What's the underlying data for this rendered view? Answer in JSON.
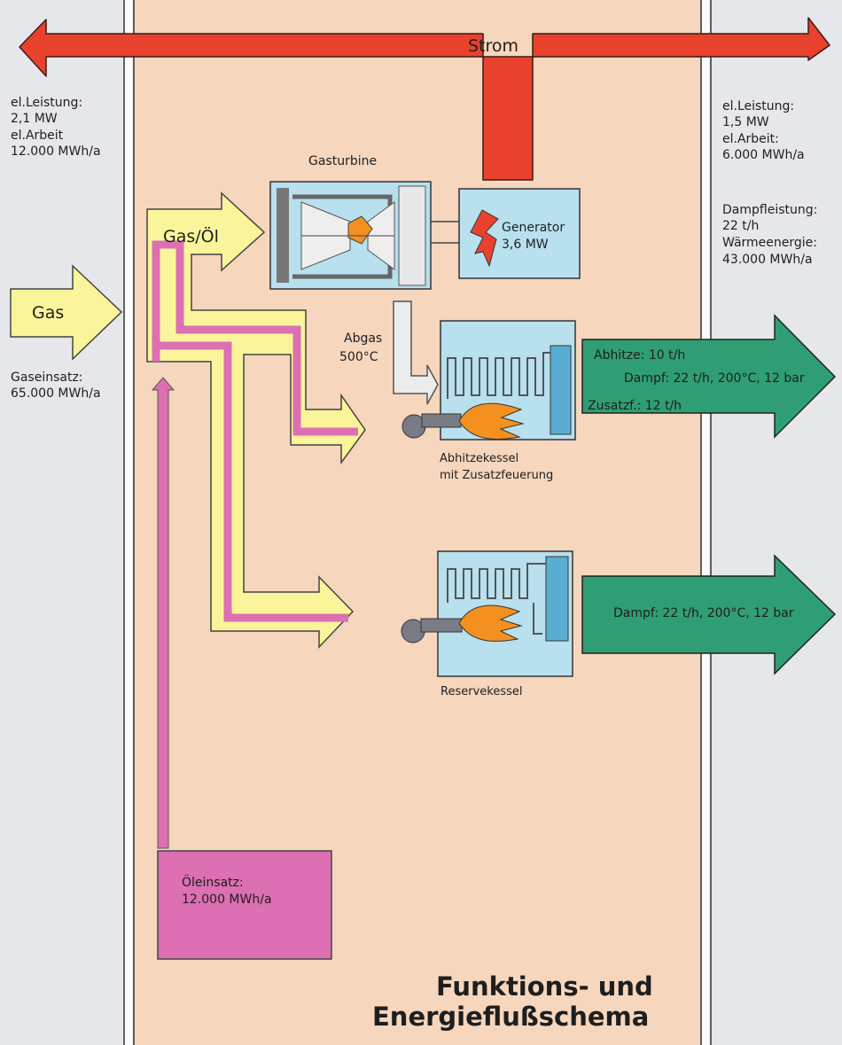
{
  "colors": {
    "background": "#e6e7eb",
    "center_panel": "#f6d6bd",
    "strom_red": "#e8422e",
    "gas_yellow": "#faf59a",
    "oil_pink": "#dd6fb3",
    "steam_green": "#2f9e75",
    "equipment_blue": "#b8e0ee",
    "flame_orange": "#f39020"
  },
  "strom": {
    "label": "Strom"
  },
  "left_info": {
    "el_leistung_label": "el.Leistung:",
    "el_leistung_value": "2,1 MW",
    "el_arbeit_label": "el.Arbeit",
    "el_arbeit_value": "12.000 MWh/a"
  },
  "right_info": {
    "el_leistung_label": "el.Leistung:",
    "el_leistung_value": "1,5 MW",
    "el_arbeit_label": "el.Arbeit:",
    "el_arbeit_value": "6.000 MWh/a",
    "dampf_label": "Dampfleistung:",
    "dampf_value": "22 t/h",
    "waerme_label": "Wärmeenergie:",
    "waerme_value": "43.000 MWh/a"
  },
  "gas_input": {
    "arrow_label": "Gas",
    "einsatz_label": "Gaseinsatz:",
    "einsatz_value": "65.000 MWh/a"
  },
  "fuel_label": "Gas/Öl",
  "gasturbine": {
    "label": "Gasturbine"
  },
  "generator": {
    "label": "Generator",
    "power": "3,6 MW"
  },
  "abgas": {
    "label": "Abgas",
    "temp": "500°C"
  },
  "abhitzekessel": {
    "label_line1": "Abhitzekessel",
    "label_line2": "mit Zusatzfeuerung"
  },
  "reservekessel": {
    "label": "Reservekessel"
  },
  "steam_out_1": {
    "abhitze": "Abhitze: 10 t/h",
    "dampf": "Dampf: 22 t/h, 200°C, 12 bar",
    "zusatz": "Zusatzf.: 12 t/h"
  },
  "steam_out_2": {
    "dampf": "Dampf: 22 t/h, 200°C, 12 bar"
  },
  "oil_input": {
    "label": "Öleinsatz:",
    "value": "12.000 MWh/a"
  },
  "title": {
    "line1": "Funktions- und",
    "line2": "Energieflußschema"
  }
}
